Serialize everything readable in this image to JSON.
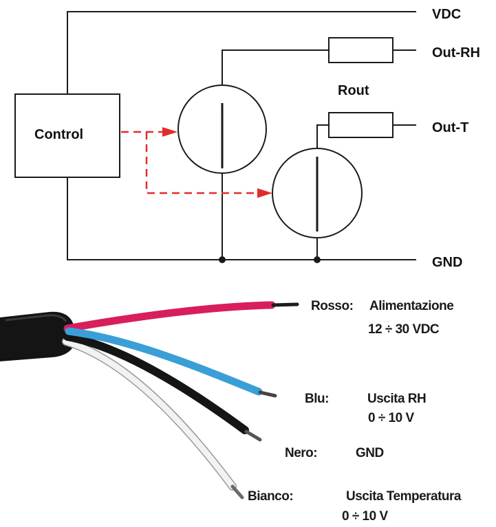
{
  "schematic": {
    "control_label": "Control",
    "terminals": {
      "vdc": "VDC",
      "out_rh": "Out-RH",
      "rout": "Rout",
      "out_t": "Out-T",
      "gnd": "GND"
    },
    "control_line_color": "#e32b2b",
    "wire_color": "#1a1a1a"
  },
  "cable": {
    "wires": [
      {
        "color_name": "Rosso:",
        "function": "Alimentazione",
        "range": "12 ÷ 30 VDC",
        "color": "#d81e5b"
      },
      {
        "color_name": "Blu:",
        "function": "Uscita RH",
        "range": "0 ÷ 10 V",
        "color": "#3a9fd6"
      },
      {
        "color_name": "Nero:",
        "function": "GND",
        "range": "",
        "color": "#151515"
      },
      {
        "color_name": "Bianco:",
        "function": "Uscita Temperatura",
        "range": "0 ÷ 10 V",
        "color": "#f2f2f2"
      }
    ]
  }
}
